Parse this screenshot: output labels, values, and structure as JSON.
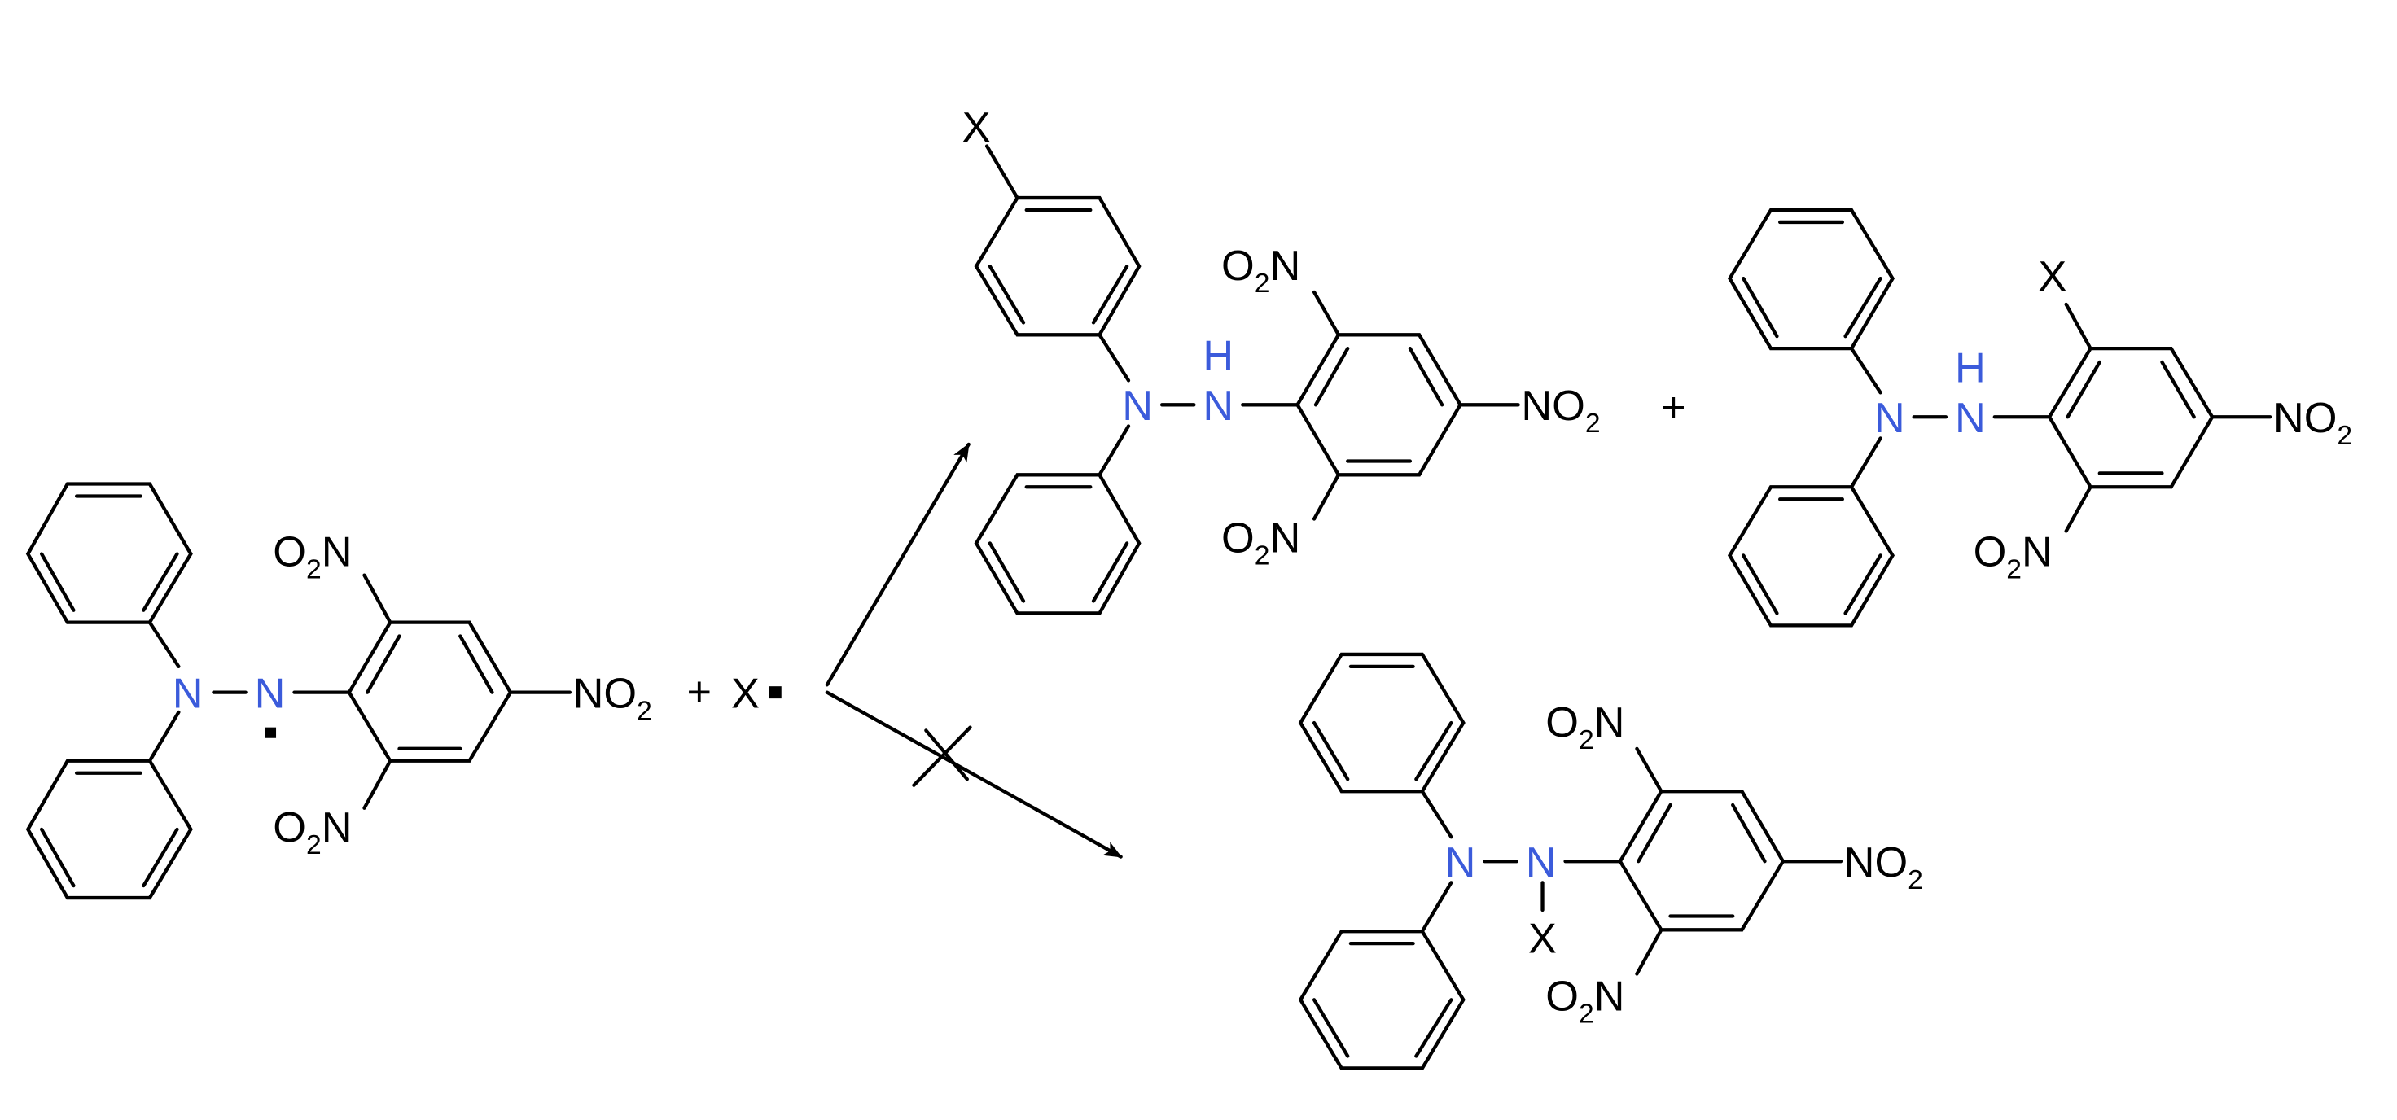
{
  "colors": {
    "bond": "#000000",
    "text": "#000000",
    "nitrogen": "#3b5bdb"
  },
  "labels": {
    "N": "N",
    "H": "H",
    "X": "X",
    "O2N_O": "O",
    "O2N_sub": "2",
    "O2N_N": "N",
    "NO2_N": "NO",
    "NO2_sub": "2",
    "plus": "+",
    "x_radical": "X"
  },
  "arrows": {
    "upper": "product formed",
    "lower": "product not formed (crossed arrow)"
  }
}
